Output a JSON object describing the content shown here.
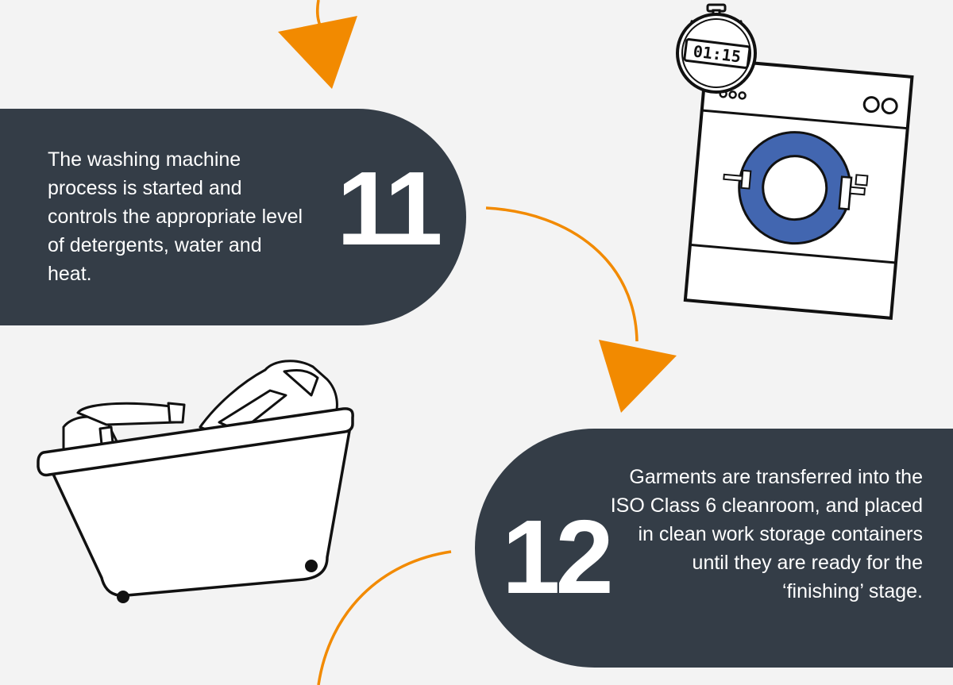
{
  "colors": {
    "background": "#f3f3f3",
    "panel": "#343d47",
    "accent_orange": "#f28a00",
    "drum_blue": "#4266b0"
  },
  "steps": [
    {
      "number": "11",
      "text": "The washing machine process is started and controls the appropriate level of detergents, water and heat."
    },
    {
      "number": "12",
      "text": "Garments are transferred into the ISO Class 6 cleanroom, and placed in clean work storage containers until they are ready for the ‘finishing’ stage."
    }
  ],
  "timer": {
    "display": "01:15"
  },
  "icons": [
    "flow-arrow",
    "stopwatch-icon",
    "washing-machine-icon",
    "laundry-tub-icon"
  ]
}
